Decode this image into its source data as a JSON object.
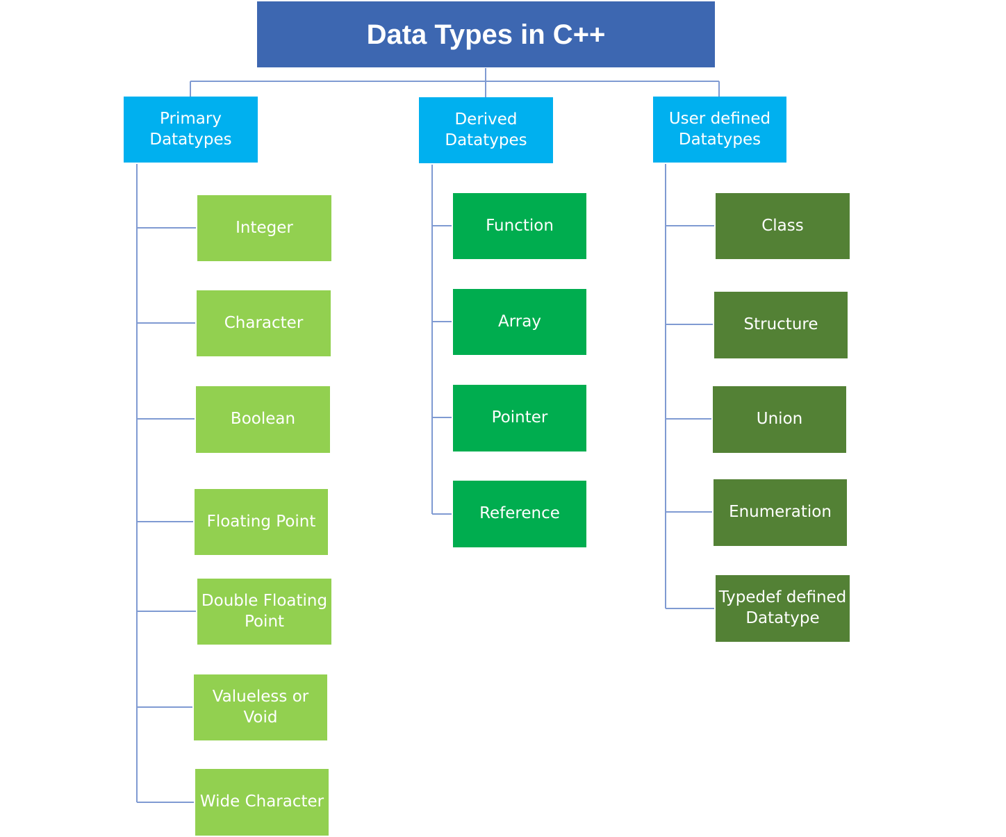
{
  "title": "Data Types in C++",
  "colors": {
    "title_fill": "#3d67b1",
    "category_fill": "#00b0ef",
    "primary_fill": "#92d050",
    "derived_fill": "#00ad4f",
    "user_defined_fill": "#538135",
    "connector": "#7f9ad2",
    "text": "#ffffff"
  },
  "categories": [
    {
      "label": "Primary Datatypes",
      "children": [
        "Integer",
        "Character",
        "Boolean",
        "Floating Point",
        "Double Floating Point",
        "Valueless or Void",
        "Wide Character"
      ]
    },
    {
      "label": "Derived Datatypes",
      "children": [
        "Function",
        "Array",
        "Pointer",
        "Reference"
      ]
    },
    {
      "label": "User defined Datatypes",
      "children": [
        "Class",
        "Structure",
        "Union",
        "Enumeration",
        "Typedef defined Datatype"
      ]
    }
  ]
}
